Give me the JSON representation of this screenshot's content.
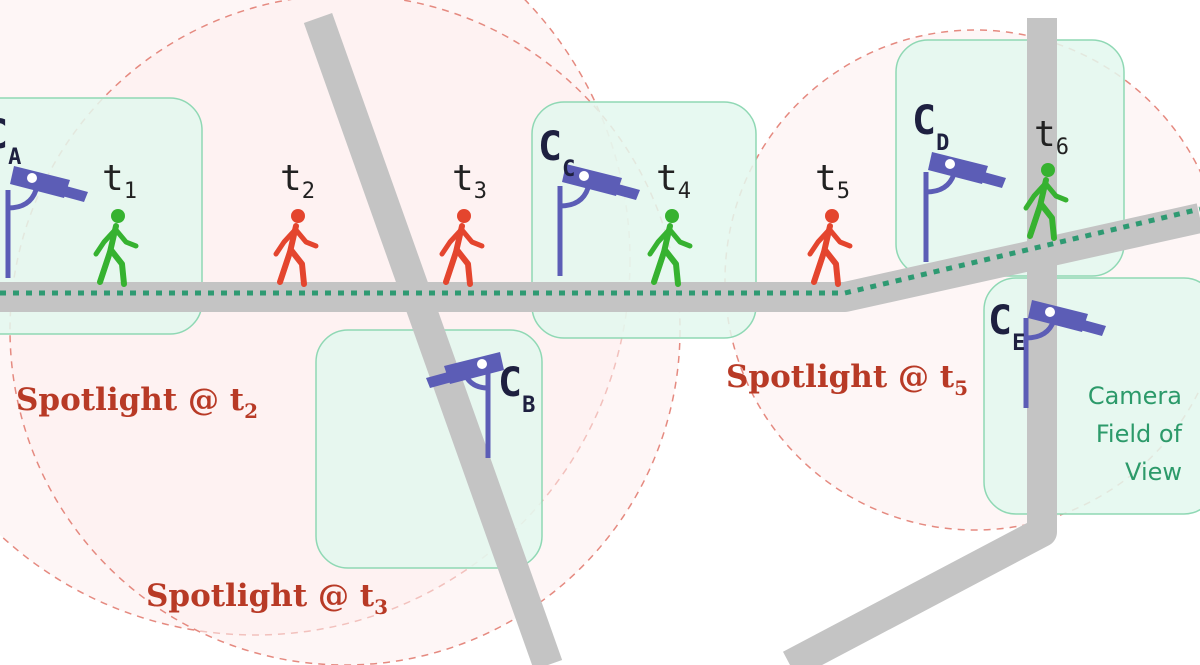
{
  "colors": {
    "road": "#c4c4c4",
    "fov_fill": "#e3f8ee",
    "fov_stroke": "#8fd8b4",
    "spotlight_fill": "#fdeeee",
    "spotlight_stroke": "#e58a80",
    "camera": "#5c5db6",
    "person_green": "#36b230",
    "person_red": "#e4452e",
    "path_dots": "#2e9a72",
    "spotlight_text": "#b83a26",
    "fov_text": "#2c9a6a"
  },
  "cameras": [
    {
      "id": "A",
      "label": "C",
      "sub": "A",
      "icon": "security-camera-icon"
    },
    {
      "id": "B",
      "label": "C",
      "sub": "B",
      "icon": "security-camera-icon"
    },
    {
      "id": "C",
      "label": "C",
      "sub": "C",
      "icon": "security-camera-icon"
    },
    {
      "id": "D",
      "label": "C",
      "sub": "D",
      "icon": "security-camera-icon"
    },
    {
      "id": "E",
      "label": "C",
      "sub": "E",
      "icon": "security-camera-icon"
    }
  ],
  "walkers": [
    {
      "label": "t",
      "sub": "1",
      "status": "green",
      "icon": "walking-person-icon"
    },
    {
      "label": "t",
      "sub": "2",
      "status": "red",
      "icon": "walking-person-icon"
    },
    {
      "label": "t",
      "sub": "3",
      "status": "red",
      "icon": "walking-person-icon"
    },
    {
      "label": "t",
      "sub": "4",
      "status": "green",
      "icon": "walking-person-icon"
    },
    {
      "label": "t",
      "sub": "5",
      "status": "red",
      "icon": "walking-person-icon"
    },
    {
      "label": "t",
      "sub": "6",
      "status": "green",
      "icon": "walking-person-icon"
    }
  ],
  "spotlights": [
    {
      "text": "Spotlight @ t",
      "sub": "2"
    },
    {
      "text": "Spotlight @ t",
      "sub": "3"
    },
    {
      "text": "Spotlight @ t",
      "sub": "5"
    }
  ],
  "legend": {
    "fov_lines": [
      "Camera",
      "Field of",
      "View"
    ]
  }
}
